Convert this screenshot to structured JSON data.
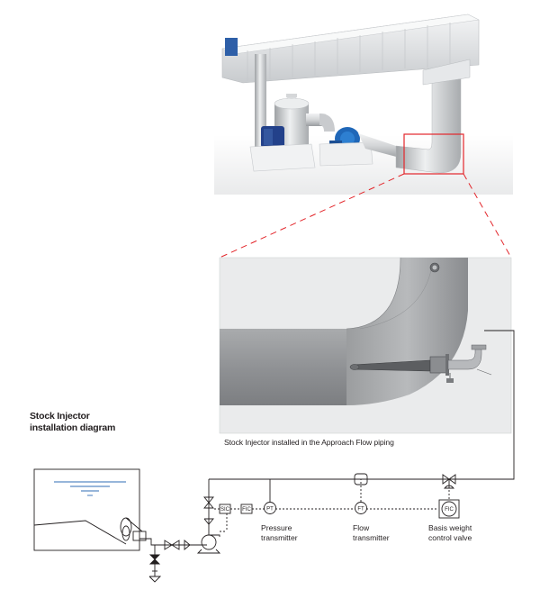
{
  "diagram": {
    "title_line1": "Stock Injector",
    "title_line2": "installation diagram",
    "caption": "Stock Injector installed in the Approach Flow piping",
    "instruments": {
      "pt": "PT",
      "ft": "FT",
      "fic": "FIC",
      "sic": "SIC",
      "fic_small": "FIC"
    },
    "labels": {
      "pressure_line1": "Pressure",
      "pressure_line2": "transmitter",
      "flow_line1": "Flow",
      "flow_line2": "transmitter",
      "valve_line1": "Basis weight",
      "valve_line2": "control valve"
    },
    "colors": {
      "callout_red": "#e3262b",
      "pipe_gray": "#9a9c9f",
      "line_black": "#231f20",
      "water_blue": "#2f6db5"
    }
  }
}
